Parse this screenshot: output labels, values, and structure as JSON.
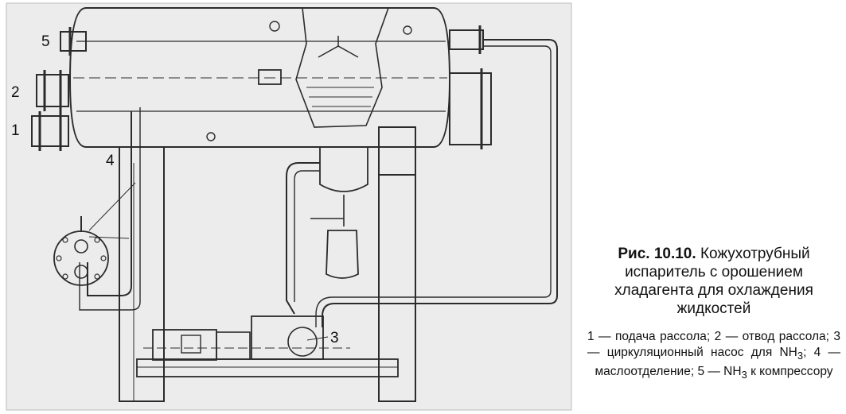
{
  "figure": {
    "labels": [
      "1",
      "2",
      "3",
      "4",
      "5"
    ],
    "caption": {
      "number": "Рис. 10.10.",
      "title": "Кожухотрубный испаритель с орошением хладагента для охлаждения жидкостей",
      "legend_before_sub1": "1 — подача рассола; 2 — отвод рассола; 3 — циркуляционный насос для NH",
      "sub1": "3",
      "legend_middle": "; 4 — маслоотделение; 5 — NH",
      "sub2": "3",
      "legend_after": " к компрессору"
    }
  },
  "colors": {
    "line": "#2b2b2b",
    "background_tint": "#e9e9e9",
    "ink": "#111111"
  }
}
